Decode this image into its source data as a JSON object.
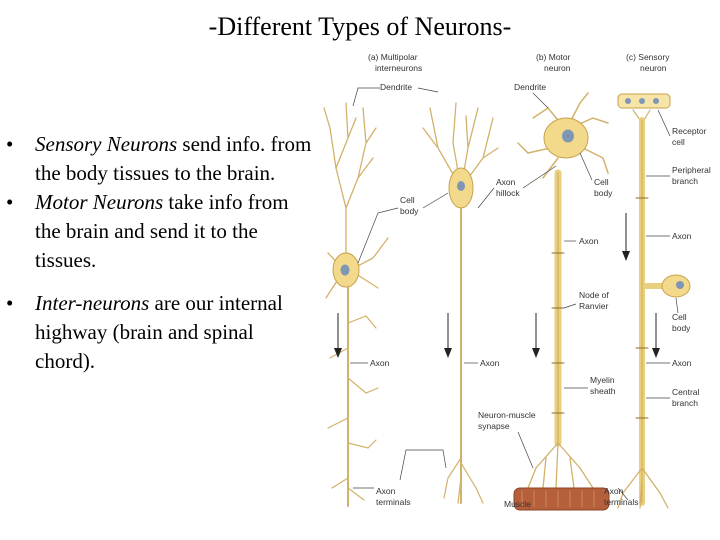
{
  "title": "-Different Types of Neurons-",
  "bullets": [
    {
      "term": "Sensory Neurons",
      "text": " send info. from the body tissues to the brain."
    },
    {
      "term": "Motor Neurons",
      "text": " take info from the brain and send it to the tissues."
    },
    {
      "term": "Inter-neurons",
      "text": " are our internal highway (brain and spinal chord)."
    }
  ],
  "figure": {
    "panels": {
      "a_line1": "(a) Multipolar",
      "a_line2": "interneurons",
      "b_line1": "(b) Motor",
      "b_line2": "neuron",
      "c_line1": "(c) Sensory",
      "c_line2": "neuron"
    },
    "labels": {
      "dendrite_a": "Dendrite",
      "dendrite_b": "Dendrite",
      "cell_body_a_1": "Cell",
      "cell_body_a_2": "body",
      "axon_hillock_1": "Axon",
      "axon_hillock_2": "hillock",
      "cell_body_b_1": "Cell",
      "cell_body_b_2": "body",
      "axon_a1": "Axon",
      "axon_a2": "Axon",
      "axon_b": "Axon",
      "node_1": "Node of",
      "node_2": "Ranvier",
      "myelin_1": "Myelin",
      "myelin_2": "sheath",
      "synapse_1": "Neuron-muscle",
      "synapse_2": "synapse",
      "axon_terminals_a_1": "Axon",
      "axon_terminals_a_2": "terminals",
      "muscle": "Muscle",
      "receptor_1": "Receptor",
      "receptor_2": "cell",
      "peripheral_1": "Peripheral",
      "peripheral_2": "branch",
      "axon_c1": "Axon",
      "cell_body_c_1": "Cell",
      "cell_body_c_2": "body",
      "axon_c2": "Axon",
      "central_1": "Central",
      "central_2": "branch",
      "axon_terminals_c_1": "Axon",
      "axon_terminals_c_2": "terminals"
    }
  },
  "colors": {
    "neuron_fill": "#f3d98c",
    "neuron_stroke": "#c9a24a",
    "nucleus": "#7f97b5",
    "myelin": "#f6e4a8",
    "muscle": "#b5603a"
  }
}
